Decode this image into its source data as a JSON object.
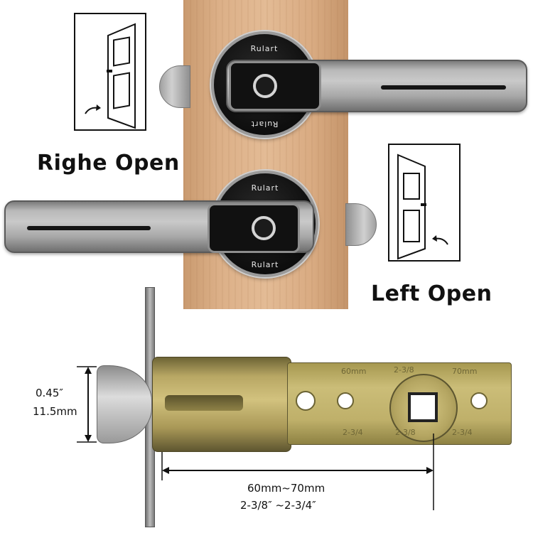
{
  "captions": {
    "right_open": "Righe Open",
    "left_open": "Left Open"
  },
  "brand": {
    "top_handle_upper": "Rulart",
    "top_handle_lower": "Rulart",
    "bottom_handle_upper": "Rulart",
    "bottom_handle_lower": "Rulart"
  },
  "latch_plate_marks": {
    "left_top": "60mm",
    "right_top": "70mm",
    "center_top": "2-3/8",
    "left_bottom": "2-3/4",
    "center_bottom": "2-3/8",
    "right_bottom": "2-3/4"
  },
  "dimensions": {
    "bolt_height_in": "0.45″",
    "bolt_height_mm": "11.5mm",
    "backset_mm": "60mm~70mm",
    "backset_in": "2-3/8″  ~2-3/4″"
  },
  "icons": {
    "door_right": "door-open-right-icon",
    "door_left": "door-open-left-icon",
    "fingerprint": "fingerprint-sensor-icon"
  },
  "colors": {
    "wood": "#dcb088",
    "brass": "#cbbd78",
    "satin_nickel": "#c9c9c9",
    "sensor_black": "#111111"
  }
}
